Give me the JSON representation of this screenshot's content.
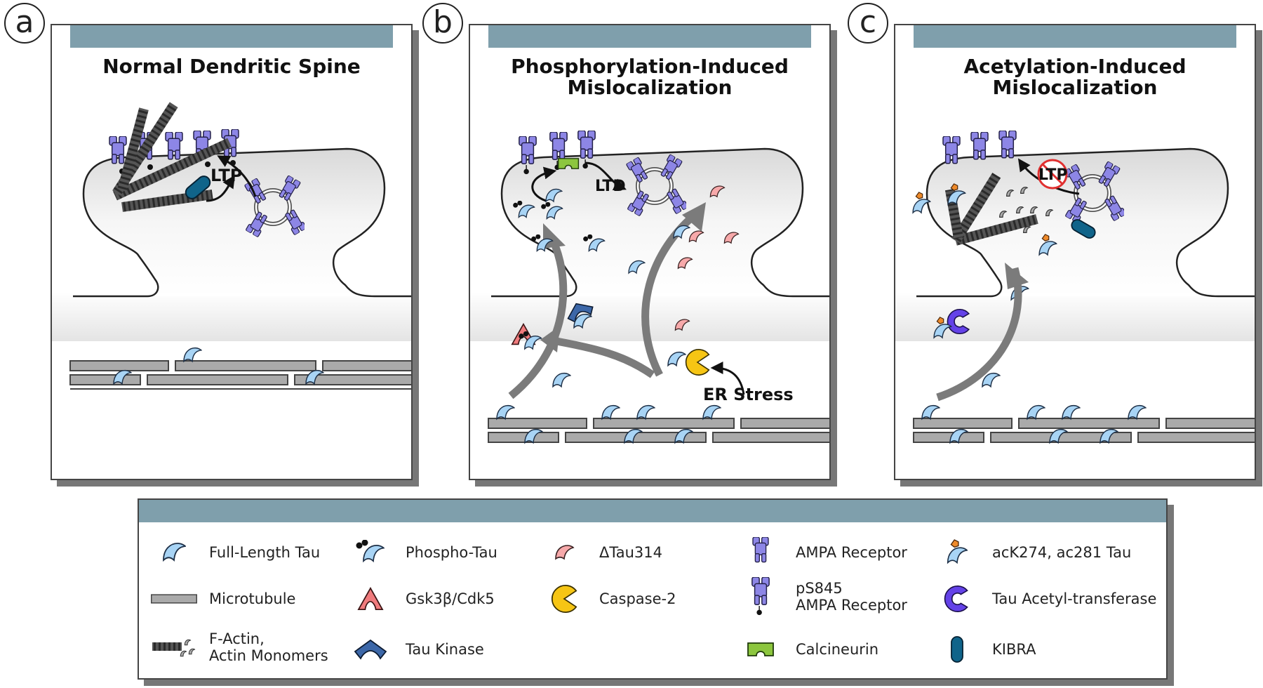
{
  "panels": [
    {
      "letter": "a",
      "title": "Normal Dendritic Spine",
      "labels": {
        "ltp": "LTP"
      }
    },
    {
      "letter": "b",
      "title": "Phosphorylation-Induced\nMislocalization",
      "labels": {
        "ltd": "LTD",
        "er_stress": "ER Stress"
      }
    },
    {
      "letter": "c",
      "title": "Acetylation-Induced\nMislocalization",
      "labels": {
        "ltp": "LTP"
      }
    }
  ],
  "legend": [
    {
      "icon": "full-length-tau-icon",
      "label": "Full-Length Tau"
    },
    {
      "icon": "phospho-tau-icon",
      "label": "Phospho-Tau"
    },
    {
      "icon": "delta-tau314-icon",
      "label": "ΔTau314"
    },
    {
      "icon": "ampa-receptor-icon",
      "label": "AMPA Receptor"
    },
    {
      "icon": "acetylated-tau-icon",
      "label": "acK274, ac281 Tau"
    },
    {
      "icon": "microtubule-icon",
      "label": "Microtubule"
    },
    {
      "icon": "gsk3b-cdk5-icon",
      "label": "Gsk3β/Cdk5"
    },
    {
      "icon": "caspase-2-icon",
      "label": "Caspase-2"
    },
    {
      "icon": "ps845-ampa-receptor-icon",
      "label": "pS845\nAMPA Receptor"
    },
    {
      "icon": "tau-acetyltransferase-icon",
      "label": "Tau Acetyl-transferase"
    },
    {
      "icon": "f-actin-icon",
      "label": "F-Actin,\nActin Monomers"
    },
    {
      "icon": "tau-kinase-icon",
      "label": "Tau Kinase"
    },
    {
      "icon": "calcineurin-icon",
      "label": "Calcineurin"
    },
    {
      "icon": "kibra-icon",
      "label": "KIBRA"
    }
  ],
  "colors": {
    "header_bar": "#7f9fac",
    "tau": "#a8d4f5",
    "delta_tau": "#f7a9aa",
    "ampa": "#8d86e6",
    "acetyl": "#ee8a2a",
    "gsk": "#f07b7d",
    "caspase": "#f6c514",
    "tau_kinase": "#3c67a8",
    "acetyltransferase": "#6442e8",
    "calcineurin": "#8cc63e",
    "kibra": "#10648a",
    "arrow": "#7b7b7b"
  }
}
